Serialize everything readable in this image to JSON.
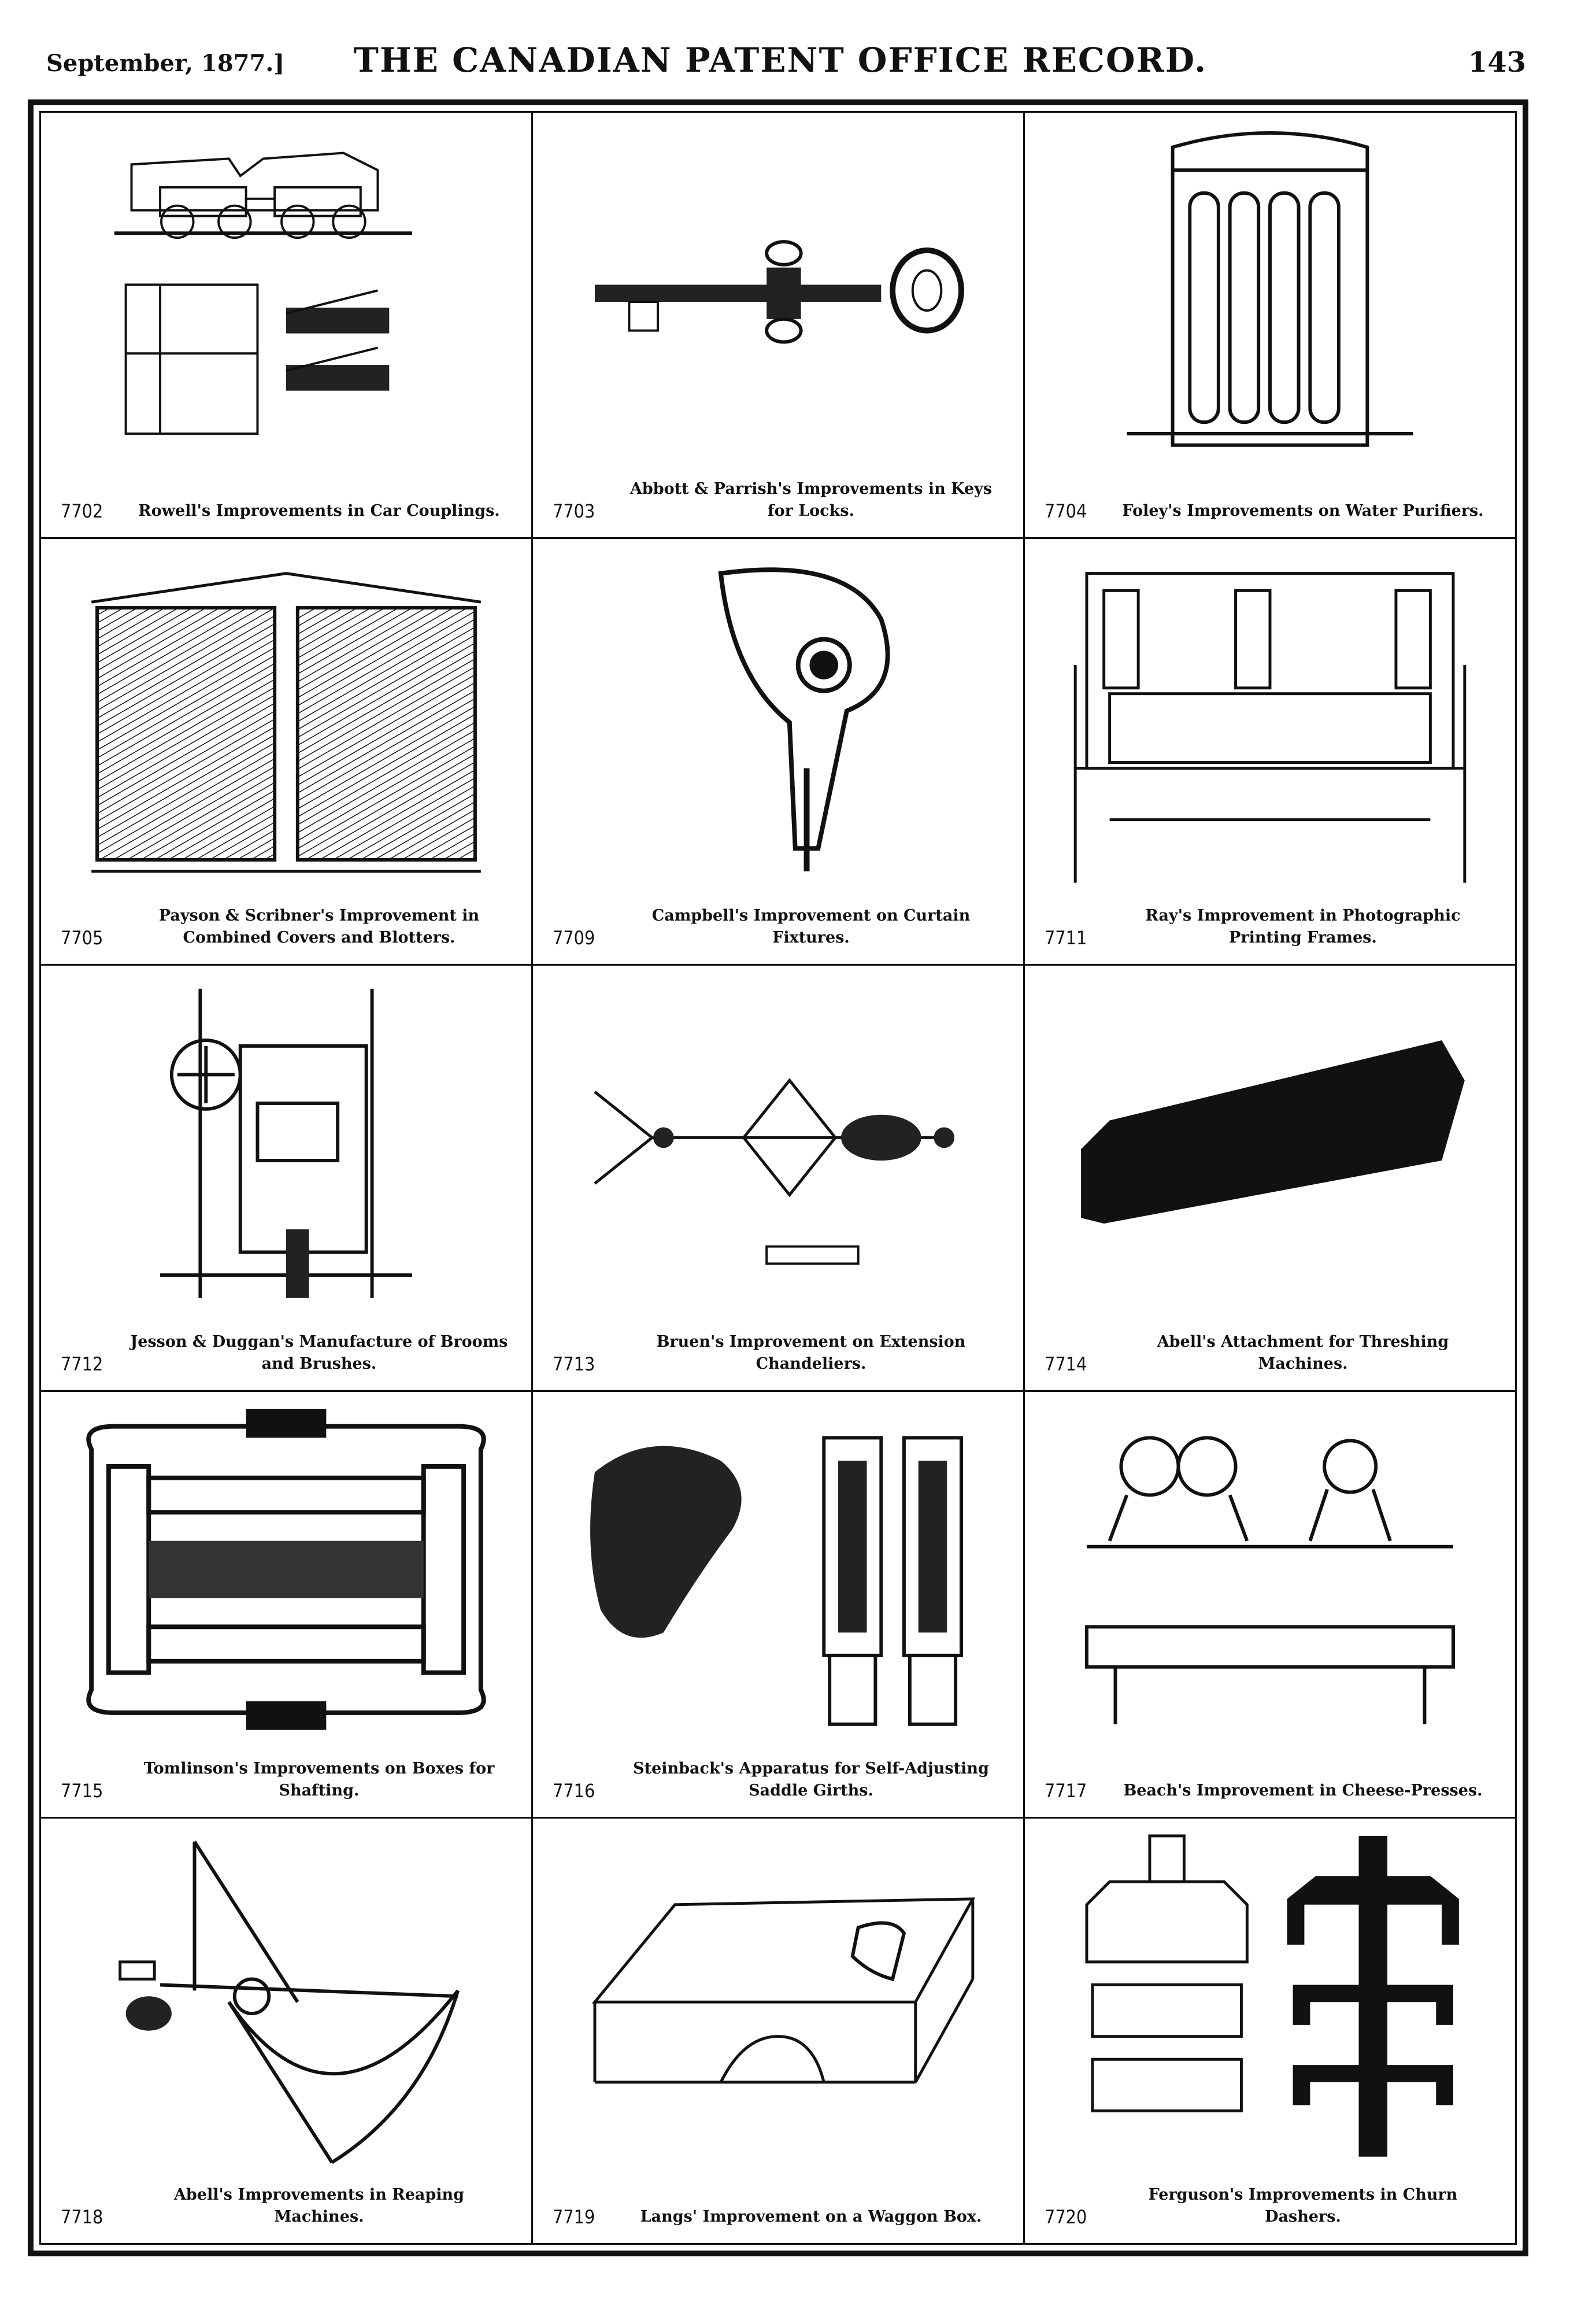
{
  "header": {
    "date": "September, 1877.]",
    "title": "THE CANADIAN PATENT OFFICE RECORD.",
    "page": "143"
  },
  "patents": [
    {
      "number": "7702",
      "caption": "Rowell's Improvements in Car Couplings."
    },
    {
      "number": "7703",
      "caption": "Abbott & Parrish's Improvements in Keys for Locks."
    },
    {
      "number": "7704",
      "caption": "Foley's Improvements on Water Purifiers."
    },
    {
      "number": "7705",
      "caption": "Payson & Scribner's Improvement in Combined Covers and Blotters."
    },
    {
      "number": "7709",
      "caption": "Campbell's Improvement on Curtain Fixtures."
    },
    {
      "number": "7711",
      "caption": "Ray's Improvement in Photographic Printing Frames."
    },
    {
      "number": "7712",
      "caption": "Jesson & Duggan's Manufacture of Brooms and Brushes."
    },
    {
      "number": "7713",
      "caption": "Bruen's Improvement on Extension Chandeliers."
    },
    {
      "number": "7714",
      "caption": "Abell's Attachment for Threshing Machines."
    },
    {
      "number": "7715",
      "caption": "Tomlinson's Improvements on Boxes for Shafting."
    },
    {
      "number": "7716",
      "caption": "Steinback's Apparatus for Self-Adjusting Saddle Girths."
    },
    {
      "number": "7717",
      "caption": "Beach's Improvement in Cheese-Presses."
    },
    {
      "number": "7718",
      "caption": "Abell's Improvements in Reaping Machines."
    },
    {
      "number": "7719",
      "caption": "Langs' Improvement on a Waggon Box."
    },
    {
      "number": "7720",
      "caption": "Ferguson's Improvements in Churn Dashers."
    }
  ]
}
